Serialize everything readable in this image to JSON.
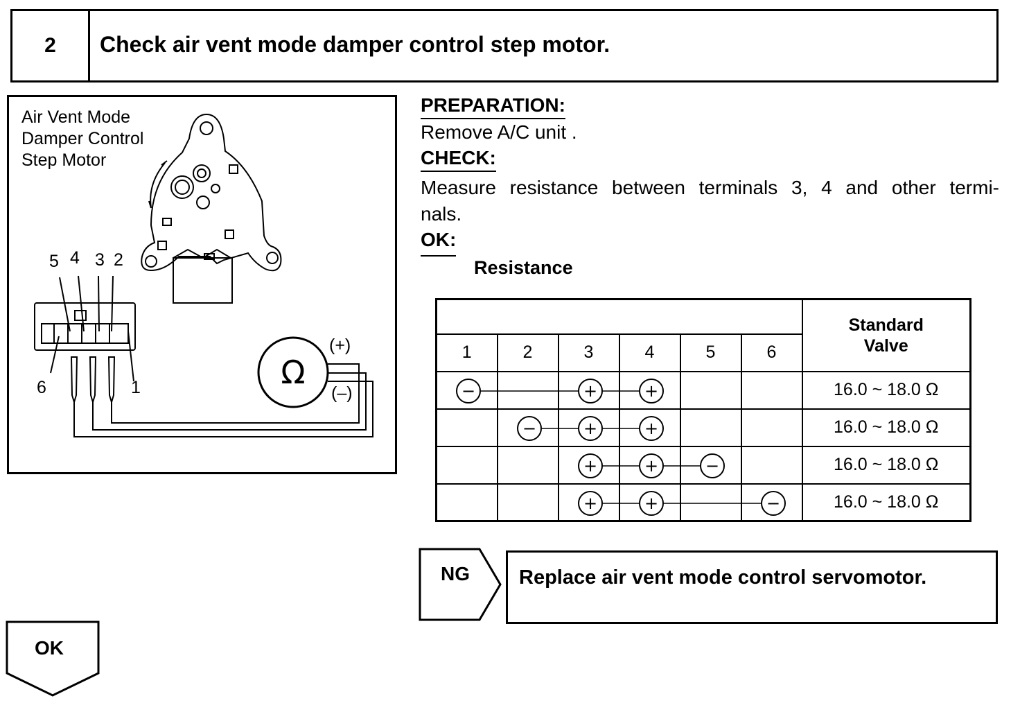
{
  "step": {
    "number": "2",
    "title": "Check air vent mode damper control step motor."
  },
  "figure": {
    "label_lines": [
      "Air Vent Mode",
      "Damper Control",
      "Step Motor"
    ],
    "terminal_numbers_top": [
      "5",
      "4",
      "3",
      "2"
    ],
    "terminal_left": "6",
    "terminal_right": "1",
    "meter_symbol": "Ω",
    "plus_label": "(+)",
    "minus_label": "(–)"
  },
  "preparation": {
    "heading": "PREPARATION:",
    "text": "Remove A/C unit ."
  },
  "check": {
    "heading": "CHECK:",
    "text_line1": "Measure resistance between terminals 3, 4 and other termi-",
    "text_line2": "nals."
  },
  "ok_spec": {
    "heading": "OK:",
    "subheading": "Resistance"
  },
  "table": {
    "terminals": [
      "1",
      "2",
      "3",
      "4",
      "5",
      "6"
    ],
    "std_header_line1": "Standard",
    "std_header_line2": "Valve",
    "rows": [
      {
        "cells": [
          "−",
          "",
          "+",
          "+",
          "",
          ""
        ],
        "value": "16.0 ~ 18.0 Ω"
      },
      {
        "cells": [
          "",
          "−",
          "+",
          "+",
          "",
          ""
        ],
        "value": "16.0 ~ 18.0 Ω"
      },
      {
        "cells": [
          "",
          "",
          "+",
          "+",
          "−",
          ""
        ],
        "value": "16.0 ~ 18.0 Ω"
      },
      {
        "cells": [
          "",
          "",
          "+",
          "+",
          "",
          "−"
        ],
        "value": "16.0 ~ 18.0 Ω"
      }
    ]
  },
  "ng": {
    "label": "NG",
    "action": "Replace air vent mode control servomotor."
  },
  "ok": {
    "label": "OK"
  }
}
